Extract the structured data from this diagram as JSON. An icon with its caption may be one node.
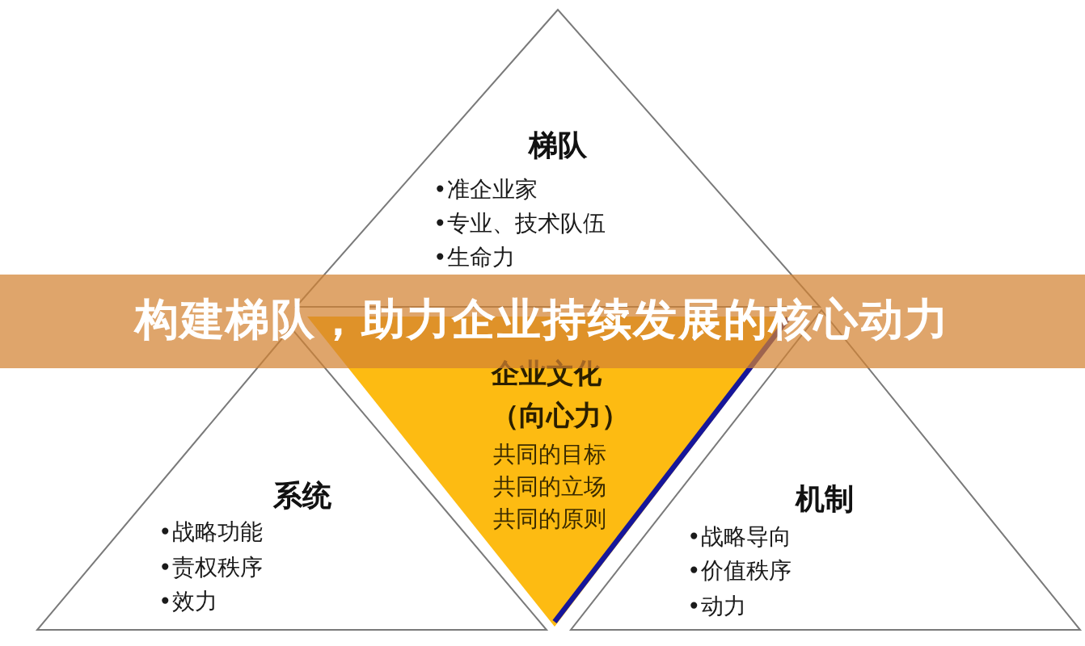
{
  "diagram": {
    "title": "构建梯队，助力企业持续发展的核心动力",
    "nodes": [
      {
        "text": [
          "梯队",
          "•准企业家",
          "•专业、技术队伍",
          "•生命力"
        ]
      },
      {
        "text": [
          "系统",
          "•战略功能",
          "•责权秩序",
          "•效力"
        ]
      },
      {
        "text": [
          "企业文化（向心力）",
          "共同的目标",
          "共同的立场",
          "共同的原则"
        ]
      },
      {
        "text": [
          "机制",
          "•战略导向",
          "•价值秩序",
          "•动力"
        ]
      }
    ]
  }
}
